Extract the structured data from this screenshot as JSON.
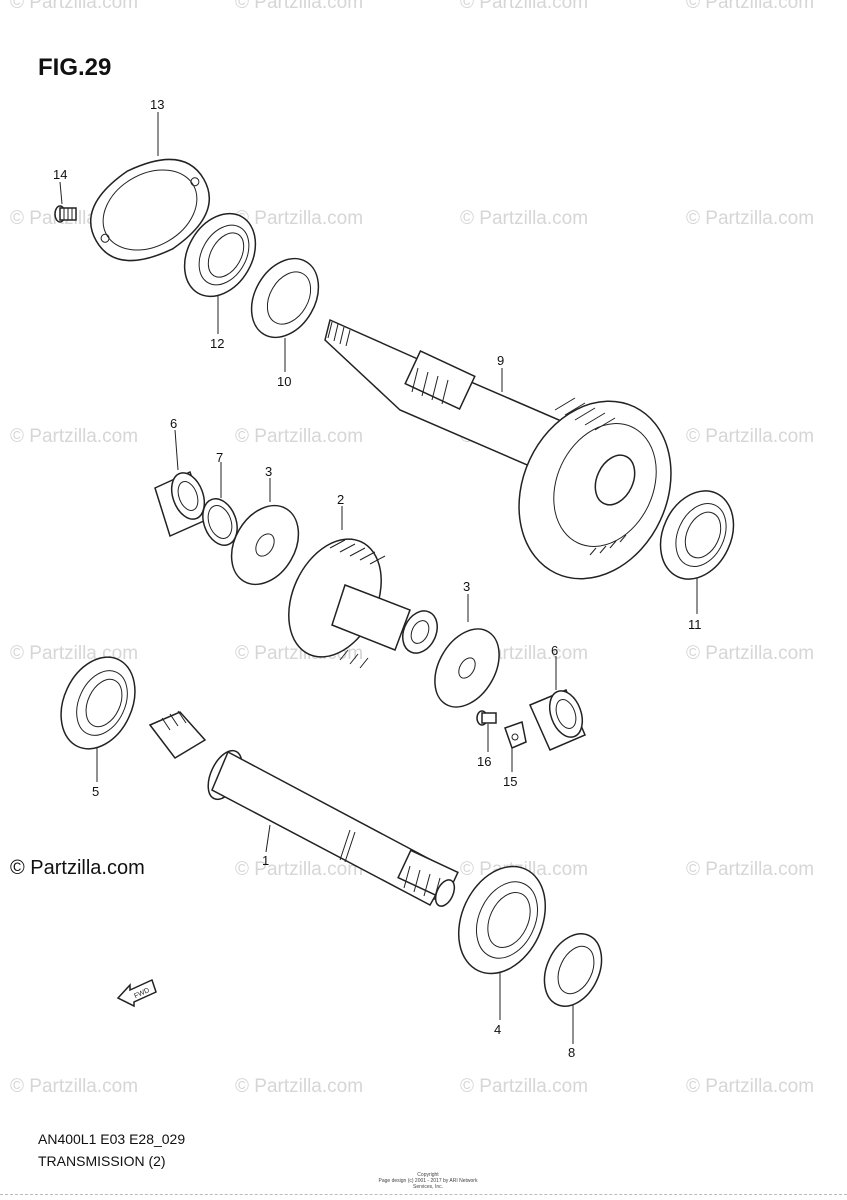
{
  "figure": {
    "title": "FIG.29"
  },
  "watermark": {
    "text": "© Partzilla.com",
    "main_text": "© Partzilla.com"
  },
  "callouts": [
    "13",
    "14",
    "12",
    "10",
    "9",
    "6",
    "7",
    "3",
    "2",
    "11",
    "3",
    "6",
    "5",
    "16",
    "15",
    "1",
    "4",
    "8"
  ],
  "footer": {
    "code": "AN400L1 E03 E28_029",
    "title": "TRANSMISSION (2)",
    "copyright_line1": "Copyright",
    "copyright_line2": "Page design (c) 2001 - 2017 by ARI Network Services, Inc."
  },
  "fwd_label": "FWD"
}
